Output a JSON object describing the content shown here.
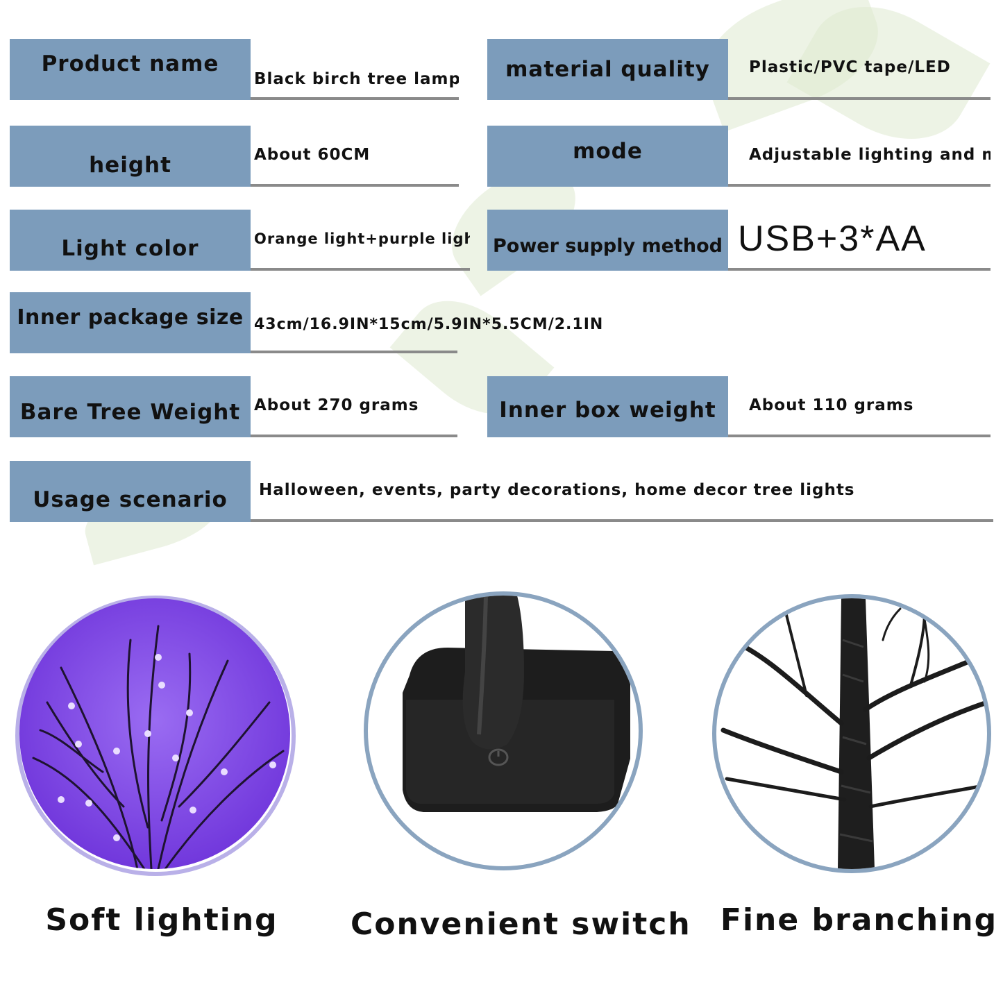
{
  "specs": [
    {
      "label": "Product name",
      "value": "Black birch tree lamp"
    },
    {
      "label": "material quality",
      "value": "Plastic/PVC tape/LED"
    },
    {
      "label": "height",
      "value": "About 60CM"
    },
    {
      "label": "mode",
      "value": "Adjustable lighting and m"
    },
    {
      "label": "Light color",
      "value": "Orange light+purple light"
    },
    {
      "label": "Power supply method",
      "value": "USB+3*AA"
    },
    {
      "label": "Inner package size",
      "value": "43cm/16.9IN*15cm/5.9IN*5.5CM/2.1IN"
    },
    {
      "label": "Bare Tree Weight",
      "value": "About 270 grams"
    },
    {
      "label": "Inner box weight",
      "value": "About 110 grams"
    },
    {
      "label": "Usage scenario",
      "value": "Halloween, events, party decorations, home decor tree lights"
    }
  ],
  "features": [
    {
      "caption": "Soft lighting",
      "icon": "purple-branches-photo"
    },
    {
      "caption": "Convenient switch",
      "icon": "black-base-switch-photo"
    },
    {
      "caption": "Fine branching",
      "icon": "black-tree-branches-photo"
    }
  ],
  "colors": {
    "label_bg": "#7c9cbb",
    "rule": "#8a8a8a",
    "ring": "#8aa4bf",
    "purple": "#7a3fe6"
  }
}
